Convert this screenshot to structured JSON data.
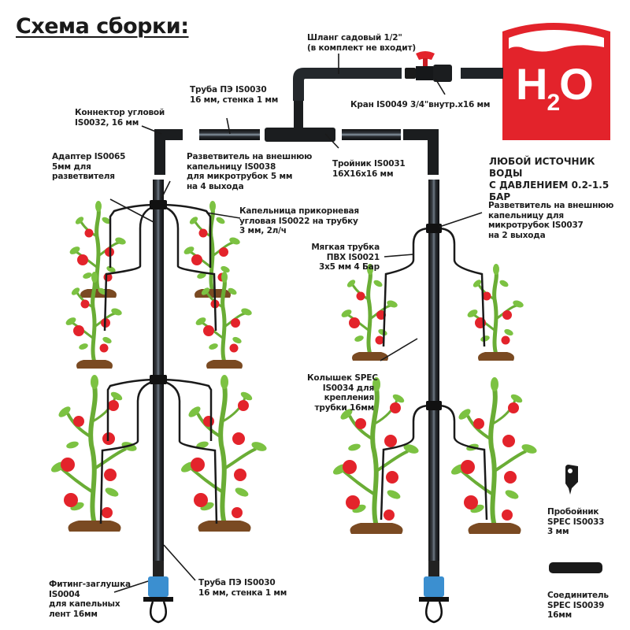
{
  "title": "Схема сборки:",
  "water_source": {
    "symbol_main": "H",
    "symbol_sub": "2",
    "symbol_end": "O",
    "caption": [
      "ЛЮБОЙ ИСТОЧНИК ВОДЫ",
      "С ДАВЛЕНИЕМ 0.2-1.5 БАР"
    ],
    "color": "#e3232b"
  },
  "labels": {
    "garden_hose": [
      "Шланг садовый 1/2\"",
      "(в комплект не входит)"
    ],
    "valve": [
      "Кран IS0049 3/4\"внутр.x16 мм"
    ],
    "pipe_top": [
      "Труба ПЭ IS0030",
      "16 мм, стенка 1 мм"
    ],
    "angle_connector": [
      "Коннектор угловой",
      "IS0032, 16 мм"
    ],
    "adapter": [
      "Адаптер IS0065",
      "5мм для",
      "разветвителя"
    ],
    "splitter_4": [
      "Разветвитель на внешнюю",
      "капельницу IS0038",
      "для микротрубок 5 мм",
      "на 4 выхода"
    ],
    "tee": [
      "Тройник IS0031",
      "16X16x16 мм"
    ],
    "dripper": [
      "Капельница прикорневая",
      "угловая IS0022 на трубку",
      "3 мм, 2л/ч"
    ],
    "splitter_2": [
      "Разветвитель на внешнюю",
      "капельницу для",
      "микротрубок IS0037",
      "на 2 выхода"
    ],
    "soft_tube": [
      "Мягкая трубка",
      "ПВХ IS0021",
      "3x5 мм  4 Бар"
    ],
    "stake": [
      "Колышек SPEC",
      "IS0034 для",
      "крепления",
      "трубки 16мм"
    ],
    "end_plug": [
      "Фитинг-заглушка",
      "IS0004",
      "для капельных",
      "лент 16мм"
    ],
    "pipe_bottom": [
      "Труба ПЭ IS0030",
      "16 мм, стенка 1 мм"
    ],
    "punch": [
      "Пробойник",
      "SPEC IS0033",
      "3 мм"
    ],
    "coupler": [
      "Соединитель",
      "SPEC IS0039",
      "16мм"
    ]
  },
  "colors": {
    "pipe": "#1f2327",
    "valve_handle": "#e3232b",
    "plug_blue": "#3b8fd0",
    "leaf": "#7cc242",
    "stem": "#6aad35",
    "tomato": "#e3232b",
    "soil": "#7a4a22"
  }
}
